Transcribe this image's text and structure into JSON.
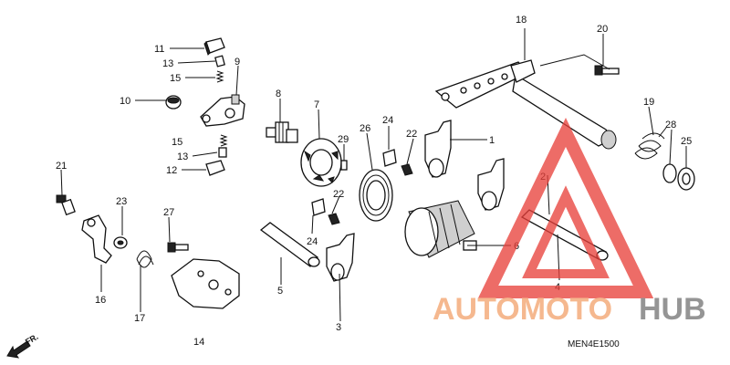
{
  "diagram": {
    "code": "MEN4E1500",
    "direction_label": "FR.",
    "callouts": [
      "1",
      "2",
      "3",
      "4",
      "5",
      "6",
      "7",
      "8",
      "9",
      "10",
      "11",
      "12",
      "13",
      "13",
      "14",
      "15",
      "15",
      "16",
      "17",
      "18",
      "19",
      "20",
      "21",
      "22",
      "22",
      "23",
      "24",
      "24",
      "25",
      "26",
      "27",
      "28",
      "29"
    ]
  },
  "watermark": {
    "part_a": "AUTOMOTO",
    "part_b": "HUB",
    "color_a": "#f5b183",
    "color_b": "#8a8a8a",
    "triangle_color": "#e8403a"
  }
}
